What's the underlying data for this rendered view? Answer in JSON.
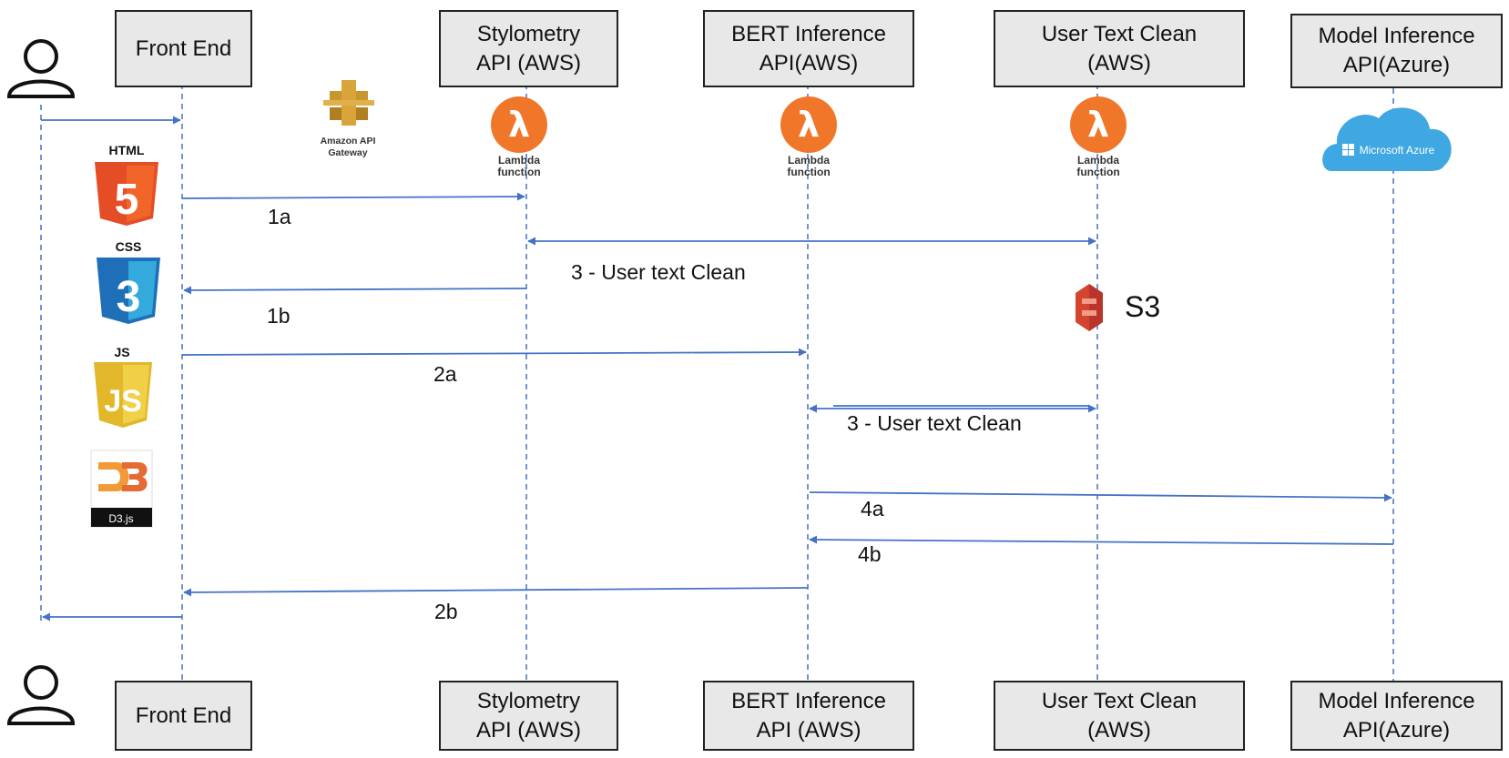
{
  "participants": {
    "front_end": {
      "line1": "Front End",
      "line2": ""
    },
    "stylometry": {
      "line1": "Stylometry",
      "line2": "API (AWS)"
    },
    "bert_top": {
      "line1": "BERT Inference",
      "line2": "API(AWS)"
    },
    "bert_bottom": {
      "line1": "BERT Inference",
      "line2": "API (AWS)"
    },
    "clean": {
      "line1": "User Text Clean",
      "line2": "(AWS)"
    },
    "model": {
      "line1": "Model Inference",
      "line2": "API(Azure)"
    }
  },
  "messages": {
    "m1a": "1a",
    "m1b": "1b",
    "m2a": "2a",
    "m2b": "2b",
    "m3_top": "3 - User text Clean",
    "m3_mid": "3 - User text Clean",
    "m4a": "4a",
    "m4b": "4b"
  },
  "icons": {
    "api_gateway": {
      "name": "api-gateway-icon",
      "line1": "Amazon API",
      "line2": "Gateway"
    },
    "lambda": {
      "name": "lambda-icon",
      "line1": "Lambda",
      "line2": "function"
    },
    "azure": {
      "name": "azure-cloud-icon",
      "text": "Microsoft Azure"
    },
    "s3": {
      "name": "s3-icon",
      "text": "S3"
    },
    "html": {
      "name": "html5-icon",
      "text": "HTML",
      "glyph": "5"
    },
    "css": {
      "name": "css3-icon",
      "text": "CSS",
      "glyph": "3"
    },
    "js": {
      "name": "js-icon",
      "text": "JS",
      "glyph": "JS"
    },
    "d3": {
      "name": "d3-icon",
      "text": "D3.js"
    }
  },
  "colors": {
    "arrow": "#4472c4",
    "box_fill": "#e8e8e8",
    "lambda": "#f0762a",
    "azure": "#3fa7e1",
    "s3": "#d4452f",
    "html": "#e44d26",
    "css": "#1f6fb8",
    "js": "#e2b72a",
    "gateway": "#c8962e"
  }
}
